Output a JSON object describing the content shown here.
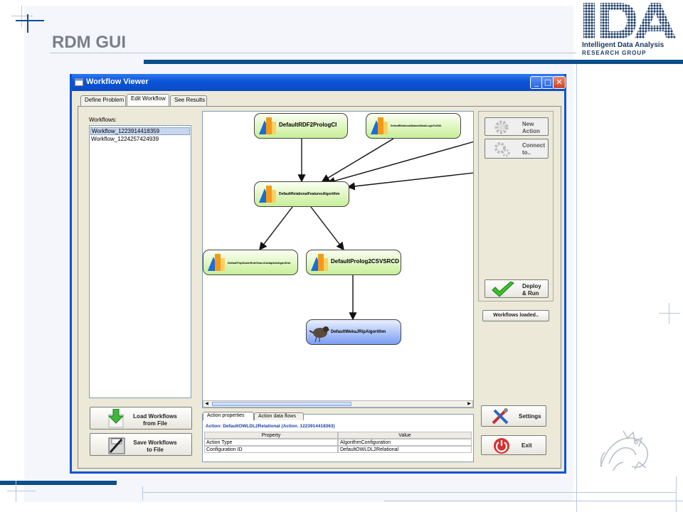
{
  "slide": {
    "title": "RDM GUI",
    "logo": {
      "mark": "IDA",
      "line1": "Intelligent Data Analysis",
      "line2": "RESEARCH GROUP"
    }
  },
  "window": {
    "title": "Workflow Viewer",
    "tabs": [
      "Define Problem",
      "Edit Workflow",
      "See Results"
    ],
    "active_tab": "Edit Workflow"
  },
  "workflows": {
    "label": "Workflows:",
    "items": [
      "Workflow_1223914418359",
      "Workflow_1224257424939"
    ],
    "selected_index": 0
  },
  "left_buttons": {
    "load": [
      "Load Workflows",
      "from File"
    ],
    "save": [
      "Save Workflows",
      "to File"
    ]
  },
  "nodes": [
    {
      "id": "rdf2prolog",
      "label": "DefaultRDF2PrologCI",
      "size": "large"
    },
    {
      "id": "owlrelational",
      "label": "DefaultRelationalDatasetWeakLogicToOWL",
      "size": "tiny"
    },
    {
      "id": "relfeatures",
      "label": "DefaultRelationalFeaturesAlgorithm",
      "size": "tiny"
    },
    {
      "id": "topdown",
      "label": "DefaultTopDownRuleSearchAdaptedAlgorithm",
      "size": "tiny"
    },
    {
      "id": "prolog2csv",
      "label": "DefaultProlog2CSVSRCD",
      "size": "large"
    },
    {
      "id": "wekajrip",
      "label": "DefaultWekaJRipAlgorithm",
      "size": "medium"
    }
  ],
  "right_buttons": {
    "new_action": [
      "New",
      "Action"
    ],
    "connect": [
      "Connect",
      "to.."
    ],
    "deploy": [
      "Deploy",
      "& Run"
    ],
    "settings": "Settings",
    "exit": "Exit"
  },
  "status": "Workflows loaded..",
  "bottom": {
    "tabs": [
      "Action properties",
      "Action data flows"
    ],
    "action_line": "Action: DefaultOWLDL2Relational (Action_1223914418363)",
    "columns": [
      "Property",
      "Value"
    ],
    "rows": [
      [
        "Action Type",
        "AlgorithmConfiguration"
      ],
      [
        "Configuration ID",
        "DefaultOWLDL2Relational"
      ]
    ]
  },
  "colors": {
    "titlebar": "#0b54d6",
    "node_green": "#c7ef97",
    "node_blue": "#7a9ef2",
    "logo_blue": "#1b3a66",
    "accent_bar": "#0b4f8c"
  }
}
